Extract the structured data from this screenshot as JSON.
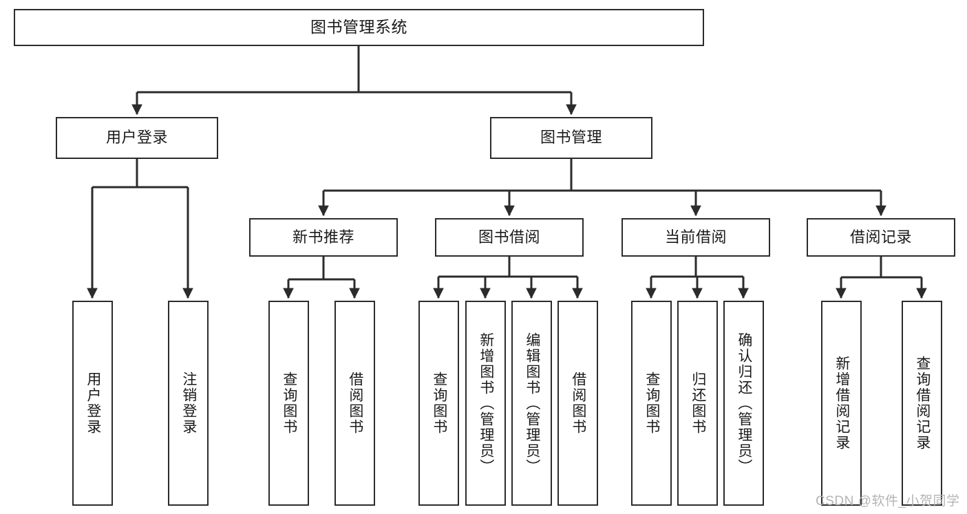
{
  "diagram": {
    "title": "图书管理系统",
    "type": "hierarchy-tree",
    "root": {
      "label": "图书管理系统"
    },
    "level2": [
      {
        "label": "用户登录"
      },
      {
        "label": "图书管理"
      }
    ],
    "level3": [
      {
        "label": "新书推荐"
      },
      {
        "label": "图书借阅"
      },
      {
        "label": "当前借阅"
      },
      {
        "label": "借阅记录"
      }
    ],
    "leaves": {
      "user_login": [
        {
          "label": "用户登录"
        },
        {
          "label": "注销登录"
        }
      ],
      "new_book_recommend": [
        {
          "label": "查询图书"
        },
        {
          "label": "借阅图书"
        }
      ],
      "book_borrow": [
        {
          "label": "查询图书"
        },
        {
          "label": "新增图书（管理员）"
        },
        {
          "label": "编辑图书（管理员）"
        },
        {
          "label": "借阅图书"
        }
      ],
      "current_borrow": [
        {
          "label": "查询图书"
        },
        {
          "label": "归还图书"
        },
        {
          "label": "确认归还（管理员）"
        }
      ],
      "borrow_record": [
        {
          "label": "新增借阅记录"
        },
        {
          "label": "查询借阅记录"
        }
      ]
    },
    "colors": {
      "stroke": "#2b2b2b",
      "fill": "#ffffff",
      "text": "#1a1a1a",
      "watermark": "#b4b4b4"
    }
  },
  "watermark": {
    "text": "CSDN @软件_小贺同学"
  }
}
